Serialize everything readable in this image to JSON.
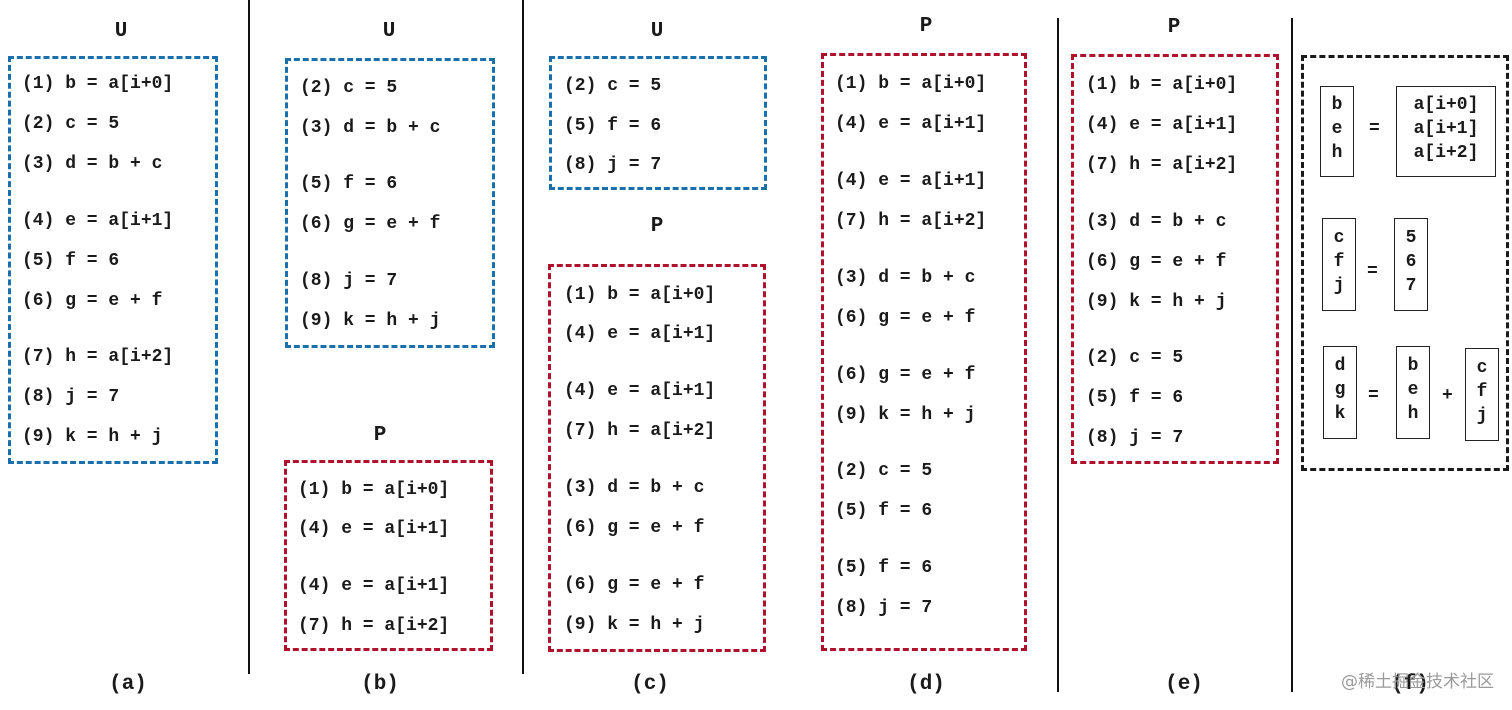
{
  "panels": {
    "a": {
      "label": "(a)",
      "title_u": "U",
      "u_lines": [
        "(1) b = a[i+0]",
        "(2) c = 5",
        "(3) d = b + c",
        "(4) e = a[i+1]",
        "(5) f = 6",
        "(6) g = e + f",
        "(7) h = a[i+2]",
        "(8) j = 7",
        "(9) k = h + j"
      ]
    },
    "b": {
      "label": "(b)",
      "title_u": "U",
      "title_p": "P",
      "u_lines": [
        "(2) c = 5",
        "(3) d = b + c",
        "(5) f = 6",
        "(6) g = e + f",
        "(8) j = 7",
        "(9) k = h + j"
      ],
      "p_lines": [
        "(1) b = a[i+0]",
        "(4) e = a[i+1]",
        "(4) e = a[i+1]",
        "(7) h = a[i+2]"
      ]
    },
    "c": {
      "label": "(c)",
      "title_u": "U",
      "title_p": "P",
      "u_lines": [
        "(2) c = 5",
        "(5) f = 6",
        "(8) j = 7"
      ],
      "p_lines": [
        "(1) b = a[i+0]",
        "(4) e = a[i+1]",
        "(4) e = a[i+1]",
        "(7) h = a[i+2]",
        "(3) d = b + c",
        "(6) g = e + f",
        "(6) g = e + f",
        "(9) k = h + j"
      ]
    },
    "d": {
      "label": "(d)",
      "title_p": "P",
      "p_lines": [
        "(1) b = a[i+0]",
        "(4) e = a[i+1]",
        "(4) e = a[i+1]",
        "(7) h = a[i+2]",
        "(3) d = b + c",
        "(6) g = e + f",
        "(6) g = e + f",
        "(9) k = h + j",
        "(2) c = 5",
        "(5) f = 6",
        "(5) f = 6",
        "(8) j = 7"
      ]
    },
    "e": {
      "label": "(e)",
      "title_p": "P",
      "p_lines": [
        "(1) b = a[i+0]",
        "(4) e = a[i+1]",
        "(7) h = a[i+2]",
        "(3) d = b + c",
        "(6) g = e + f",
        "(9) k = h + j",
        "(2) c = 5",
        "(5) f = 6",
        "(8) j = 7"
      ]
    },
    "f": {
      "label": "(f)",
      "eq1": {
        "lhs": [
          "b",
          "e",
          "h"
        ],
        "op": "=",
        "rhs": [
          "a[i+0]",
          "a[i+1]",
          "a[i+2]"
        ]
      },
      "eq2": {
        "lhs": [
          "c",
          "f",
          "j"
        ],
        "op": "=",
        "rhs": [
          "5",
          "6",
          "7"
        ]
      },
      "eq3": {
        "lhs": [
          "d",
          "g",
          "k"
        ],
        "op": "=",
        "rhs1": [
          "b",
          "e",
          "h"
        ],
        "plus": "+",
        "rhs2": [
          "c",
          "f",
          "j"
        ]
      }
    }
  },
  "watermark": "@稀土掘金技术社区",
  "colors": {
    "unpacked": "#1a6fad",
    "packed": "#b0122b",
    "result": "#1a1a1a",
    "divider": "#111111"
  }
}
